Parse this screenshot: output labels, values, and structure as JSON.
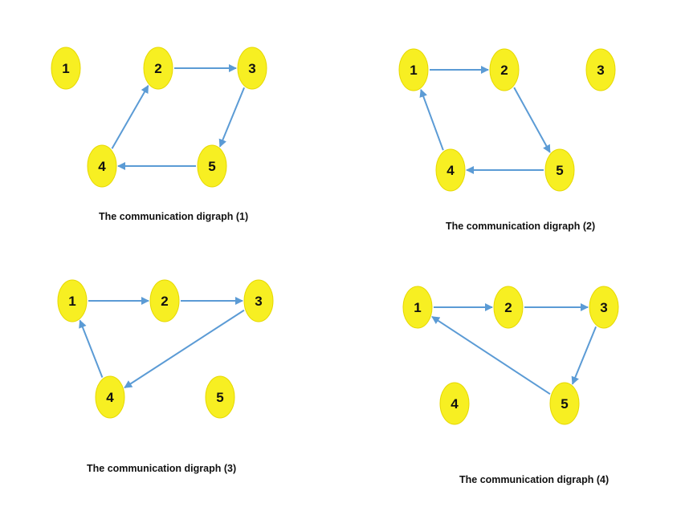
{
  "colors": {
    "node_fill": "#f7ef22",
    "node_stroke": "#e6d800",
    "edge": "#5b9bd5",
    "text": "#111111"
  },
  "digraphs": [
    {
      "caption": "The communication digraph (1)",
      "nodes": [
        {
          "id": "1",
          "label": "1"
        },
        {
          "id": "2",
          "label": "2"
        },
        {
          "id": "3",
          "label": "3"
        },
        {
          "id": "4",
          "label": "4"
        },
        {
          "id": "5",
          "label": "5"
        }
      ],
      "edges": [
        {
          "from": "2",
          "to": "3"
        },
        {
          "from": "3",
          "to": "5"
        },
        {
          "from": "5",
          "to": "4"
        },
        {
          "from": "4",
          "to": "2"
        }
      ]
    },
    {
      "caption": "The communication digraph (2)",
      "nodes": [
        {
          "id": "1",
          "label": "1"
        },
        {
          "id": "2",
          "label": "2"
        },
        {
          "id": "3",
          "label": "3"
        },
        {
          "id": "4",
          "label": "4"
        },
        {
          "id": "5",
          "label": "5"
        }
      ],
      "edges": [
        {
          "from": "1",
          "to": "2"
        },
        {
          "from": "2",
          "to": "5"
        },
        {
          "from": "5",
          "to": "4"
        },
        {
          "from": "4",
          "to": "1"
        }
      ]
    },
    {
      "caption": "The communication digraph (3)",
      "nodes": [
        {
          "id": "1",
          "label": "1"
        },
        {
          "id": "2",
          "label": "2"
        },
        {
          "id": "3",
          "label": "3"
        },
        {
          "id": "4",
          "label": "4"
        },
        {
          "id": "5",
          "label": "5"
        }
      ],
      "edges": [
        {
          "from": "1",
          "to": "2"
        },
        {
          "from": "2",
          "to": "3"
        },
        {
          "from": "3",
          "to": "4"
        },
        {
          "from": "4",
          "to": "1"
        }
      ]
    },
    {
      "caption": "The communication digraph (4)",
      "nodes": [
        {
          "id": "1",
          "label": "1"
        },
        {
          "id": "2",
          "label": "2"
        },
        {
          "id": "3",
          "label": "3"
        },
        {
          "id": "4",
          "label": "4"
        },
        {
          "id": "5",
          "label": "5"
        }
      ],
      "edges": [
        {
          "from": "1",
          "to": "2"
        },
        {
          "from": "2",
          "to": "3"
        },
        {
          "from": "3",
          "to": "5"
        },
        {
          "from": "5",
          "to": "1"
        }
      ]
    }
  ]
}
